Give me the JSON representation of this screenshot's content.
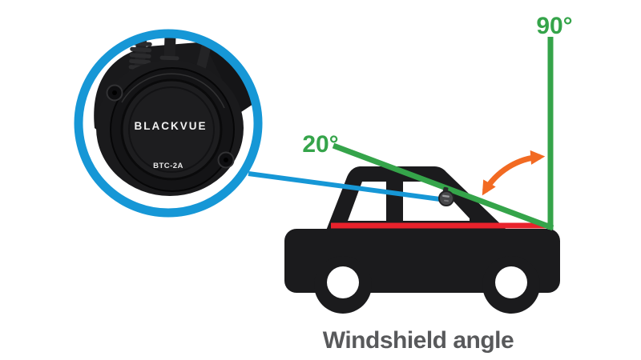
{
  "diagram": {
    "caption": "Windshield angle",
    "angle_min_label": "20°",
    "angle_vertical_label": "90°"
  },
  "inset": {
    "brand": "BLACKVUE",
    "model": "BTC-2A"
  },
  "colors": {
    "blue": "#1697d6",
    "green": "#35a44a",
    "red": "#e8222c",
    "orange": "#f26a22",
    "car_black": "#1b1b1d",
    "caption_gray": "#58595b"
  }
}
